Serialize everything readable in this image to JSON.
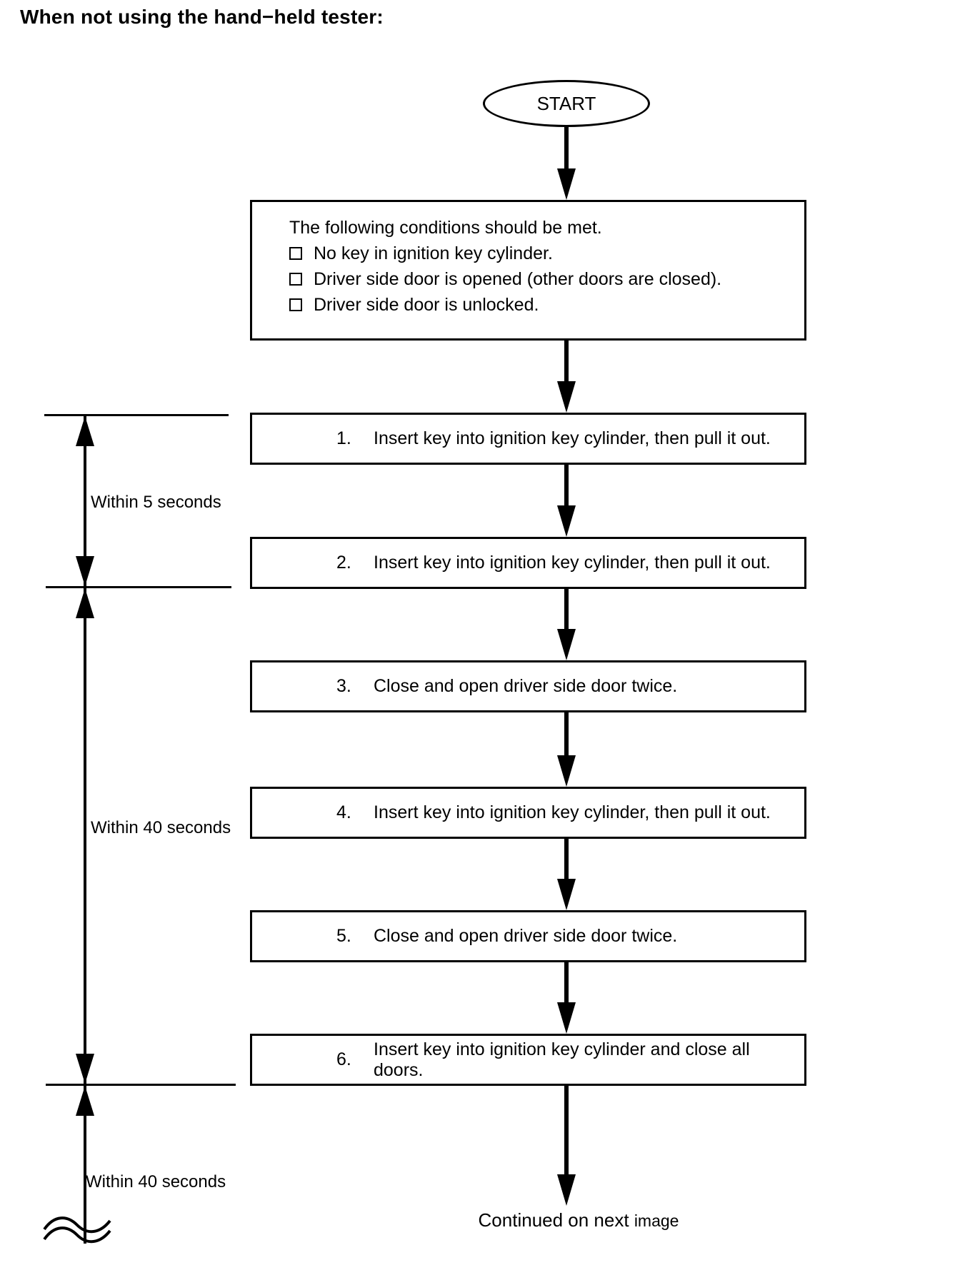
{
  "title": "When not using the hand−held tester:",
  "flowchart": {
    "start_label": "START",
    "conditions": {
      "intro": "The following conditions should be met.",
      "items": [
        "No key in ignition key cylinder.",
        "Driver side door is opened (other doors are closed).",
        "Driver side door is unlocked."
      ]
    },
    "steps": [
      {
        "num": "1.",
        "text": "Insert key into ignition key cylinder, then pull it out."
      },
      {
        "num": "2.",
        "text": "Insert key into ignition key cylinder, then pull it out."
      },
      {
        "num": "3.",
        "text": "Close and open driver side door twice."
      },
      {
        "num": "4.",
        "text": "Insert key into ignition key cylinder, then pull it out."
      },
      {
        "num": "5.",
        "text": "Close and open driver side door twice."
      },
      {
        "num": "6.",
        "text": "Insert key into ignition key cylinder and close all doors."
      }
    ],
    "timers": [
      {
        "label": "Within 5 seconds"
      },
      {
        "label": "Within 40 seconds"
      },
      {
        "label": "Within 40 seconds"
      }
    ],
    "footer": {
      "main": "Continued on next",
      "suffix": "image"
    }
  },
  "icons": {
    "checkbox": "empty-square-outline",
    "line_break": "double-tilde-break-mark"
  },
  "colors": {
    "ink": "#000000",
    "background": "#ffffff"
  }
}
